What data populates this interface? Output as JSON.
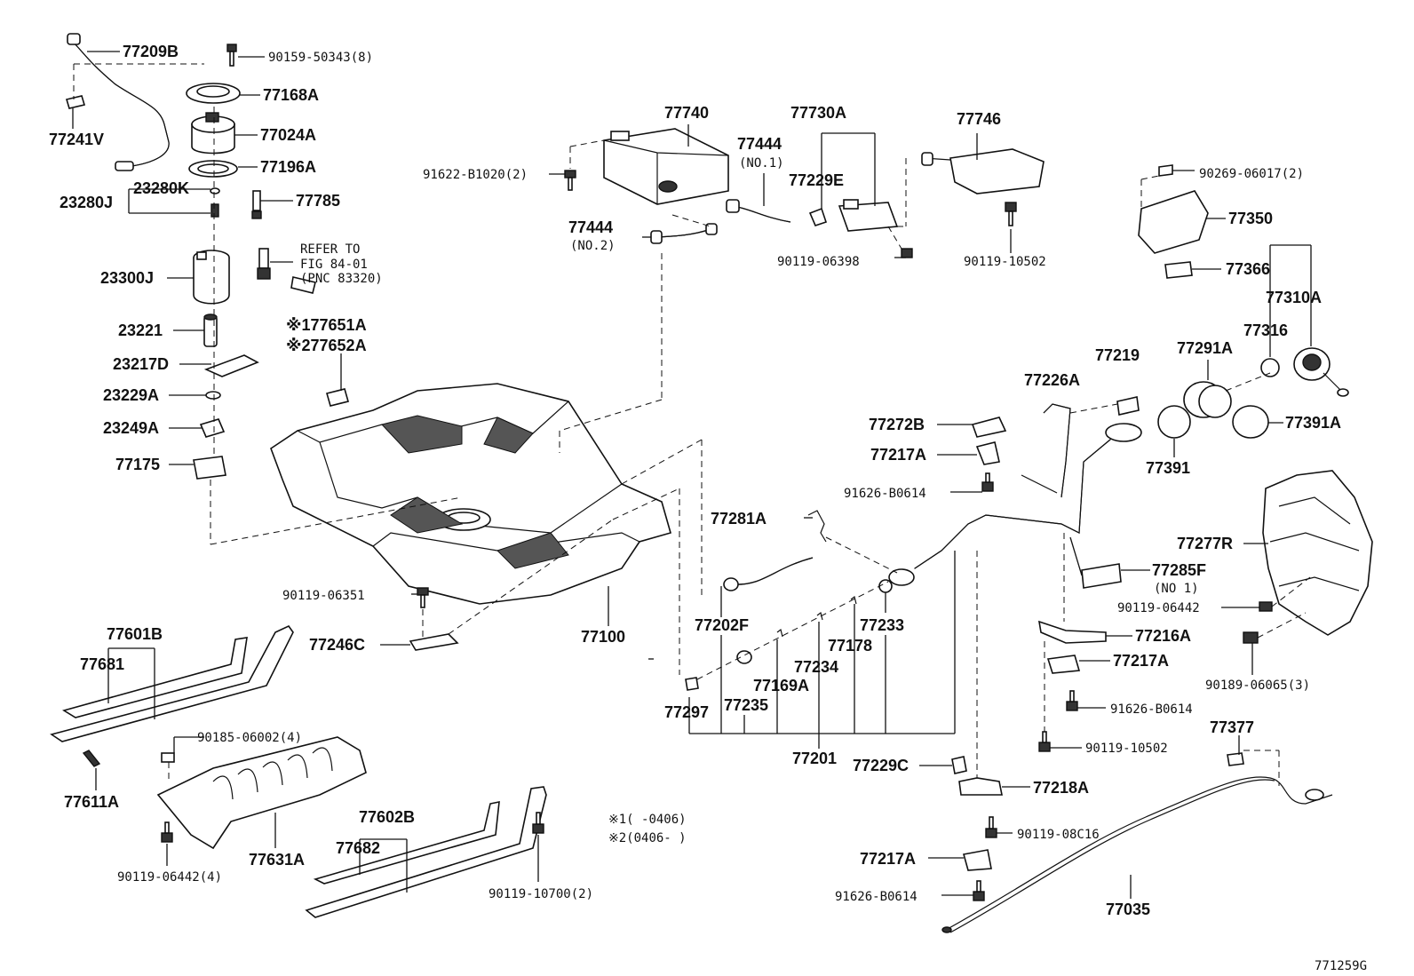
{
  "labels": {
    "l_77209B": "77209B",
    "l_90159": "90159-50343(8)",
    "l_77168A": "77168A",
    "l_77024A": "77024A",
    "l_77241V": "77241V",
    "l_77196A": "77196A",
    "l_23280K": "23280K",
    "l_23280J": "23280J",
    "l_77785": "77785",
    "l_refer1": "REFER TO",
    "l_refer2": "FIG 84-01",
    "l_refer3": "(PNC 83320)",
    "l_23300J": "23300J",
    "l_77651A": "※177651A",
    "l_77652A": "※277652A",
    "l_23221": "23221",
    "l_23217D": "23217D",
    "l_23229A": "23229A",
    "l_23249A": "23249A",
    "l_77175": "77175",
    "l_77740": "77740",
    "l_77730A": "77730A",
    "l_77746": "77746",
    "l_77444_1": "77444",
    "l_no1": "(NO.1)",
    "l_77229E": "77229E",
    "l_91622": "91622-B1020(2)",
    "l_77444_2": "77444",
    "l_no2": "(NO.2)",
    "l_90119_06398": "90119-06398",
    "l_90119_10502a": "90119-10502",
    "l_90269": "90269-06017(2)",
    "l_77350": "77350",
    "l_77366": "77366",
    "l_77310A": "77310A",
    "l_77316": "77316",
    "l_77291A": "77291A",
    "l_77219": "77219",
    "l_77226A": "77226A",
    "l_77391A": "77391A",
    "l_77391": "77391",
    "l_77272B": "77272B",
    "l_77217A_1": "77217A",
    "l_91626_1": "91626-B0614",
    "l_77281A": "77281A",
    "l_77277R": "77277R",
    "l_77285F": "77285F",
    "l_no1b": "(NO 1)",
    "l_90119_06442": "90119-06442",
    "l_90119_06351": "90119-06351",
    "l_77202F": "77202F",
    "l_77233": "77233",
    "l_77178": "77178",
    "l_77216A": "77216A",
    "l_77246C": "77246C",
    "l_77100": "77100",
    "l_77234": "77234",
    "l_77169A": "77169A",
    "l_77217A_2": "77217A",
    "l_90189": "90189-06065(3)",
    "l_77601B": "77601B",
    "l_77681": "77681",
    "l_77297": "77297",
    "l_77235": "77235",
    "l_91626_2": "91626-B0614",
    "l_90119_10502b": "90119-10502",
    "l_77201": "77201",
    "l_90185": "90185-06002(4)",
    "l_77229C": "77229C",
    "l_77377": "77377",
    "l_77218A": "77218A",
    "l_77611A": "77611A",
    "l_77602B": "77602B",
    "l_note1": "※1(     -0406)",
    "l_note2": "※2(0406-     )",
    "l_90119_08C16": "90119-08C16",
    "l_77631A": "77631A",
    "l_77682": "77682",
    "l_77217A_3": "77217A",
    "l_90119_06442_4": "90119-06442(4)",
    "l_90119_10700": "90119-10700(2)",
    "l_91626_3": "91626-B0614",
    "l_77035": "77035",
    "l_fig": "771259G"
  }
}
